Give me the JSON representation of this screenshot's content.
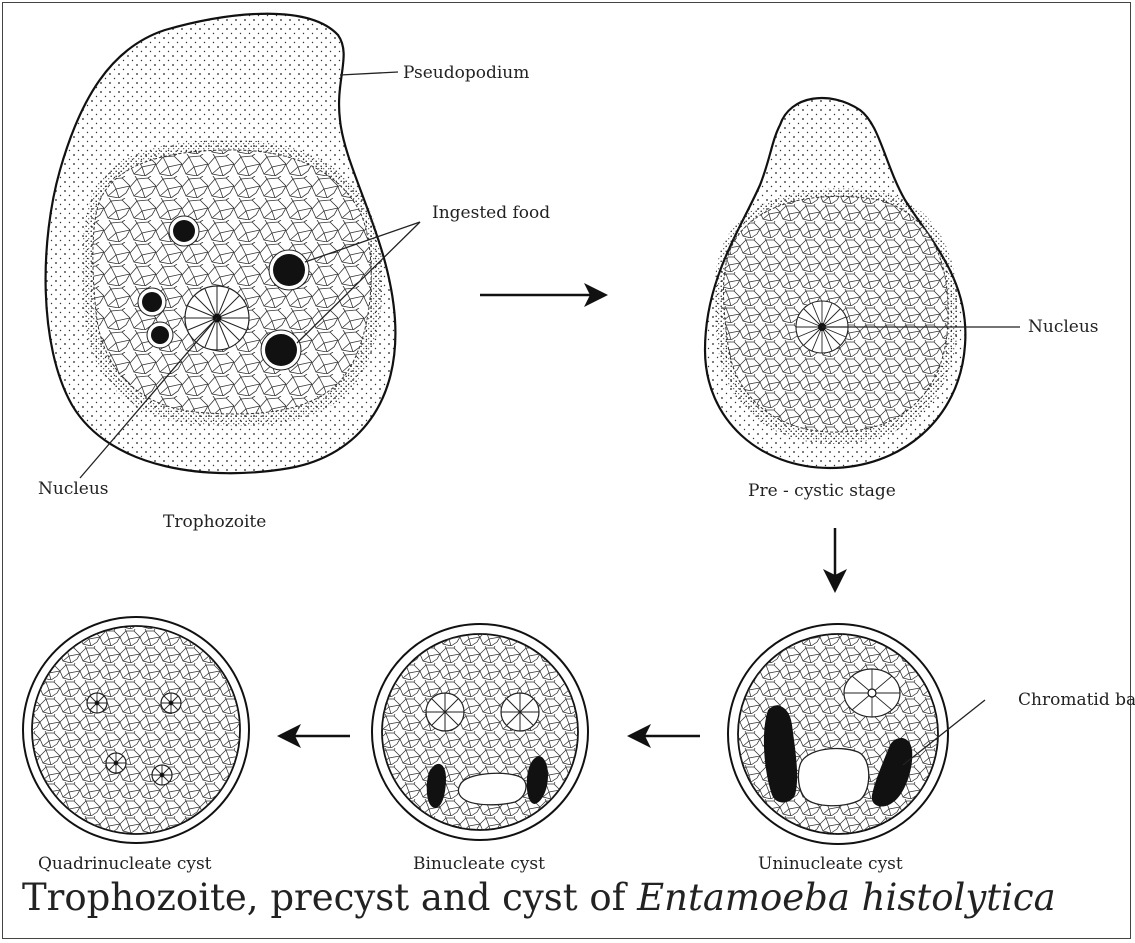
{
  "labels": {
    "pseudopodium": "Pseudopodium",
    "ingested_food": "Ingested food",
    "nucleus_left": "Nucleus",
    "trophozoite": "Trophozoite",
    "nucleus_right": "Nucleus",
    "precystic": "Pre - cystic stage",
    "chromatid_bar": "Chromatid bar",
    "uninucleate": "Uninucleate cyst",
    "binucleate": "Binucleate cyst",
    "quadrinucleate": "Quadrinucleate cyst"
  },
  "caption": {
    "plain": "Trophozoite, precyst and cyst of ",
    "italic": "Entamoeba histolytica"
  },
  "colors": {
    "ink": "#111111",
    "paper": "#ffffff"
  }
}
